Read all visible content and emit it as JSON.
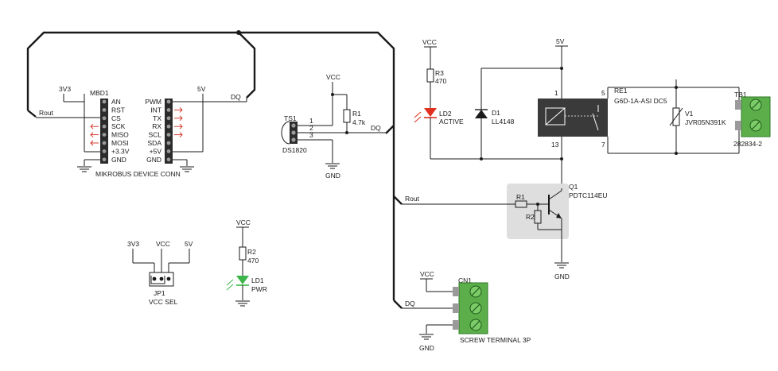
{
  "colors": {
    "terminal_green": "#5cae4b",
    "led_red": "#e1301f",
    "led_green": "#3cb54a",
    "relay_body": "#3a3a3a",
    "transistor_box": "#dedede",
    "wire": "#1a1a1a",
    "direction_arrow": "#d42a1f"
  },
  "mikrobus": {
    "ref": "MBD1",
    "name": "MIKROBUS DEVICE CONN",
    "left_pins": [
      "AN",
      "RST",
      "CS",
      "SCK",
      "MISO",
      "MOSI",
      "+3.3V",
      "GND"
    ],
    "right_pins": [
      "PWM",
      "INT",
      "TX",
      "RX",
      "SCL",
      "SDA",
      "+5V",
      "GND"
    ],
    "left_arrow_pins": [
      "SCK",
      "MISO",
      "MOSI"
    ],
    "right_arrow_pins": [
      "INT",
      "TX",
      "RX",
      "SCL"
    ]
  },
  "nets": {
    "rout": "Rout",
    "dq": "DQ",
    "v3v3": "3V3",
    "v5": "5V",
    "vcc": "VCC",
    "gnd": "GND"
  },
  "ts1": {
    "ref": "TS1",
    "part": "DS1820",
    "pins": [
      "1",
      "2",
      "3"
    ]
  },
  "r1_pullup": {
    "ref": "R1",
    "value": "4.7k"
  },
  "r3": {
    "ref": "R3",
    "value": "470"
  },
  "ld2": {
    "ref": "LD2",
    "label": "ACTIVE"
  },
  "d1": {
    "ref": "D1",
    "part": "LL4148"
  },
  "re1": {
    "ref": "RE1",
    "part": "G6D-1A-ASI DC5",
    "pins": [
      "1",
      "5",
      "13",
      "7"
    ]
  },
  "v1": {
    "ref": "V1",
    "part": "JVR05N391K"
  },
  "tb1": {
    "ref": "TB1",
    "part": "282834-2"
  },
  "q1": {
    "ref": "Q1",
    "part": "PDTC114EU",
    "r1": "R1",
    "r2": "R2"
  },
  "jp1": {
    "ref": "JP1",
    "label": "VCC SEL"
  },
  "r2": {
    "ref": "R2",
    "value": "470"
  },
  "ld1": {
    "ref": "LD1",
    "label": "PWR"
  },
  "cn1": {
    "ref": "CN1",
    "label": "SCREW TERMINAL 3P"
  }
}
